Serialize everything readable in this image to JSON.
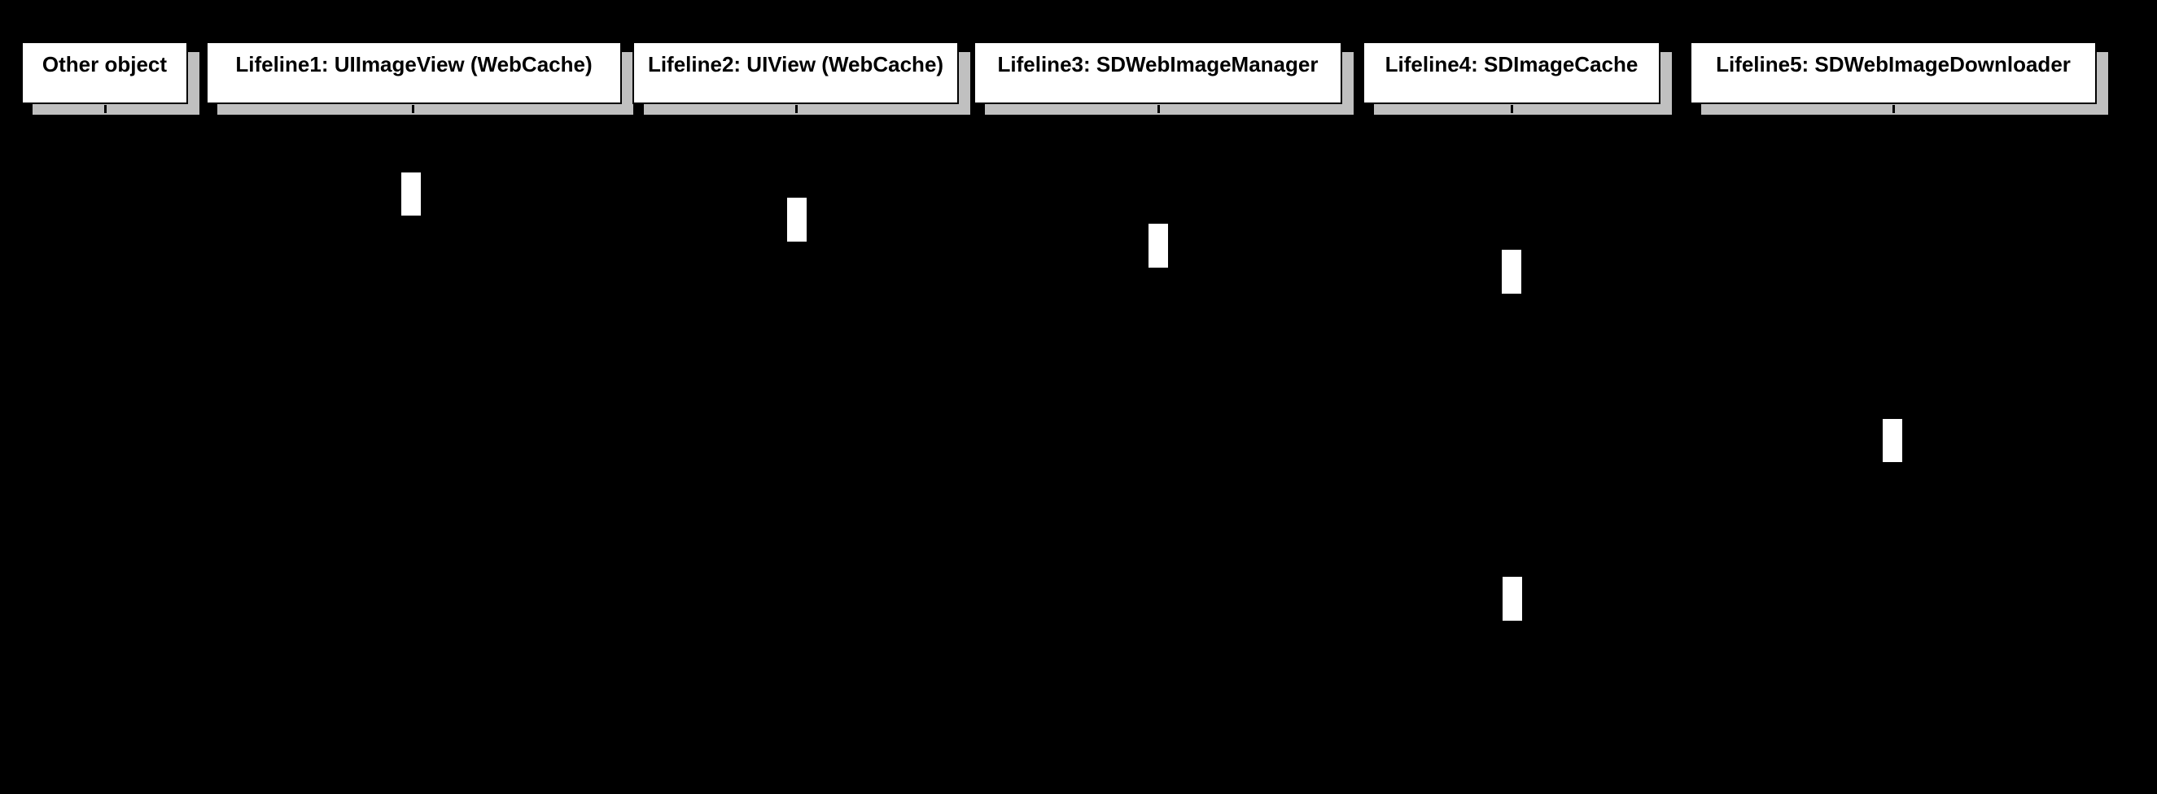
{
  "diagram": {
    "type": "uml-sequence-diagram",
    "background_color": "#000000",
    "head_fill_color": "#ffffff",
    "head_border_color": "#000000",
    "head_shadow_color": "#c0c0c0",
    "label_text_color": "#000000",
    "activation_fill_color": "#ffffff",
    "lifelines": [
      {
        "label": "Other object"
      },
      {
        "label": "Lifeline1: UIImageView (WebCache)"
      },
      {
        "label": "Lifeline2: UIView (WebCache)"
      },
      {
        "label": "Lifeline3: SDWebImageManager"
      },
      {
        "label": "Lifeline4: SDImageCache"
      },
      {
        "label": "Lifeline5: SDWebImageDownloader"
      }
    ],
    "activations": [
      {
        "lifeline": "Lifeline1: UIImageView (WebCache)",
        "order": 1
      },
      {
        "lifeline": "Lifeline2: UIView (WebCache)",
        "order": 2
      },
      {
        "lifeline": "Lifeline3: SDWebImageManager",
        "order": 3
      },
      {
        "lifeline": "Lifeline4: SDImageCache",
        "order": 4
      },
      {
        "lifeline": "Lifeline5: SDWebImageDownloader",
        "order": 5
      },
      {
        "lifeline": "Lifeline4: SDImageCache",
        "order": 6
      }
    ]
  }
}
